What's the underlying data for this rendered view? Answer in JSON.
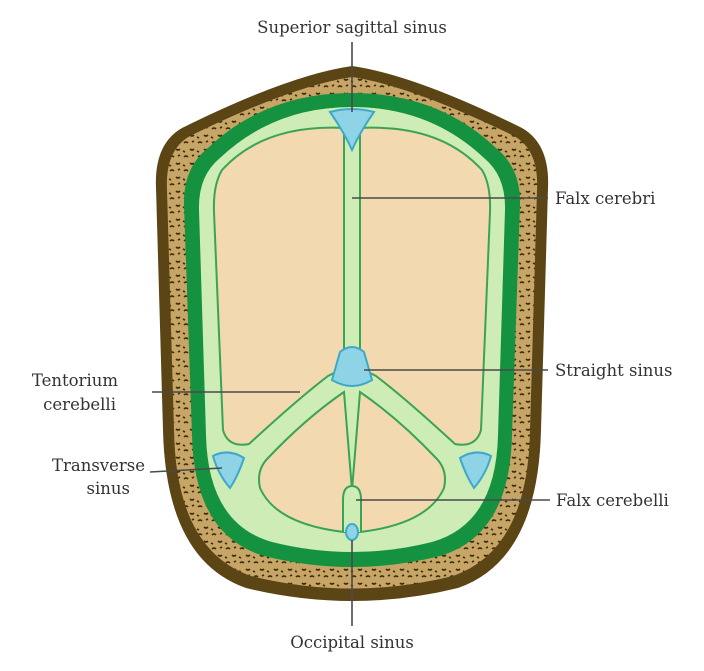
{
  "labels": {
    "superior_sagittal_sinus": "Superior sagittal sinus",
    "falx_cerebri": "Falx cerebri",
    "straight_sinus": "Straight sinus",
    "tentorium_cerebelli_line1": "Tentorium",
    "tentorium_cerebelli_line2": "cerebelli",
    "transverse_sinus_line1": "Transverse",
    "transverse_sinus_line2": "sinus",
    "falx_cerebelli": "Falx cerebelli",
    "occipital_sinus": "Occipital sinus"
  },
  "colors": {
    "skull_outer": "#5c4515",
    "skull_body": "#c7a566",
    "skull_specks": "#3e2e0c",
    "dura_dark_green": "#14923f",
    "dura_light_green": "#cdecb6",
    "dura_line_green": "#3aa455",
    "brain_tissue": "#f3d9b0",
    "sinus_blue": "#8fd3e6",
    "sinus_blue_dark": "#3fa8c8"
  }
}
